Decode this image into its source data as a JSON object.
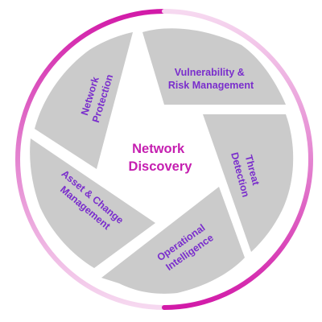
{
  "center": {
    "line1": "Network",
    "line2": "Discovery"
  },
  "segments": [
    {
      "line1": "Vulnerability &",
      "line2": "Risk Management"
    },
    {
      "line1": "Threat",
      "line2": "Detection"
    },
    {
      "line1": "Operational",
      "line2": "Intelligence"
    },
    {
      "line1": "Asset & Change",
      "line2": "Management"
    },
    {
      "line1": "Network",
      "line2": "Protection"
    }
  ],
  "colors": {
    "label_purple": "#7a2ecc",
    "center_magenta": "#c51fb0",
    "ring_magenta": "#d21aa8",
    "ring_pale": "#f3c7ea",
    "blade_gray": "#cbcbcb",
    "background": "#ffffff"
  }
}
